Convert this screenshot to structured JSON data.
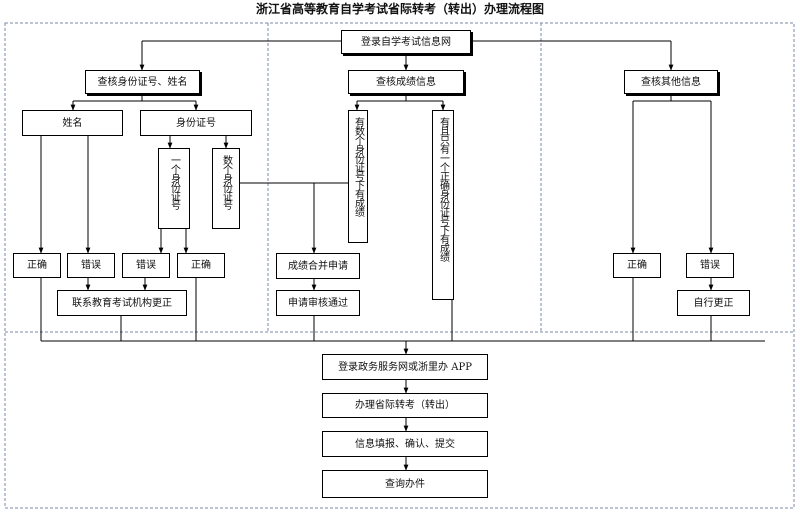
{
  "title": "浙江省高等教育自学考试省际转考（转出）办理流程图",
  "nodes": {
    "login_self_exam": "登录自学考试信息网",
    "check_id_name": "查核身份证号、姓名",
    "check_scores": "查核成绩信息",
    "check_other": "查核其他信息",
    "name": "姓名",
    "id_number": "身份证号",
    "one_id": "一个身份证号",
    "multi_id": "数个身份证号",
    "multi_id_scores": "有数个身份证号下有成绩",
    "single_id_scores": "有且只有一个正确身份证号下有成绩",
    "name_correct": "正确",
    "name_error": "错误",
    "id_error": "错误",
    "id_correct": "正确",
    "merge_apply": "成绩合并申请",
    "apply_approved": "申请审核通过",
    "other_correct": "正确",
    "other_error": "错误",
    "contact_agency": "联系教育考试机构更正",
    "self_correct": "自行更正",
    "login_gov": "登录政务服务网或浙里办 APP",
    "handle_transfer": "办理省际转考（转出）",
    "fill_info": "信息填报、确认、提交",
    "query": "查询办件"
  }
}
